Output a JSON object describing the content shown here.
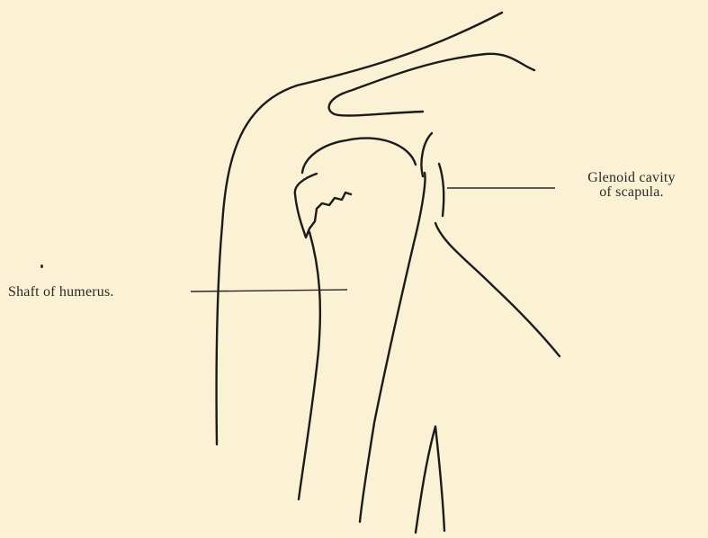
{
  "figure": {
    "labels": {
      "glenoid_line1": "Glenoid cavity",
      "glenoid_line2": "of scapula.",
      "shaft": "Shaft of humerus."
    }
  },
  "colors": {
    "background": "#fbf2d6",
    "ink": "#1d1b18"
  }
}
